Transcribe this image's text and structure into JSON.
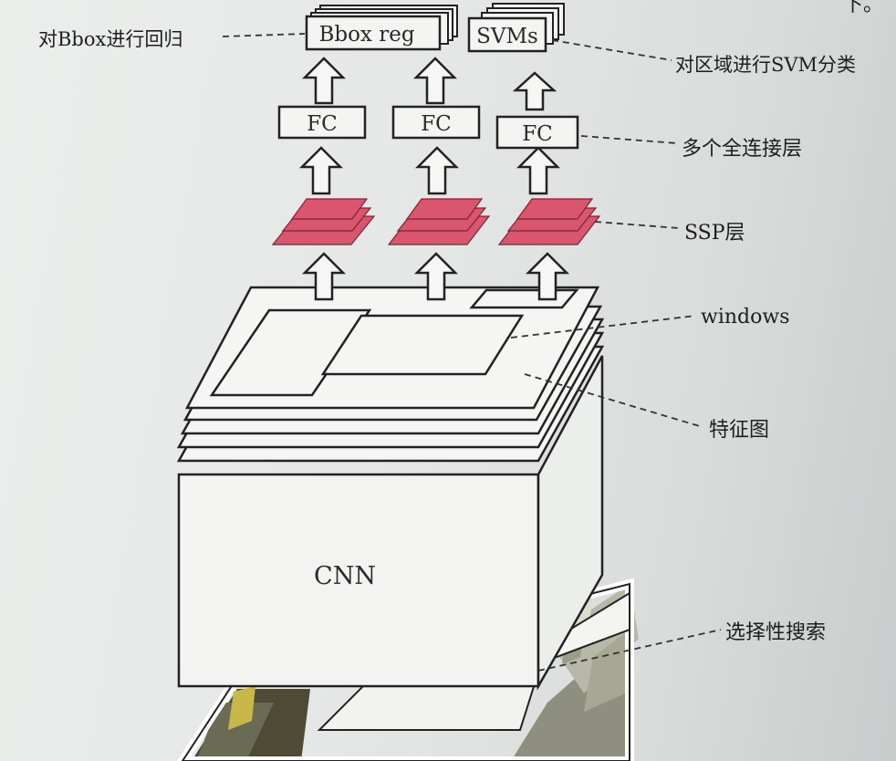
{
  "labels": {
    "bbox_regression": "对Bbox进行回归",
    "svm_classify": "对区域进行SVM分类",
    "fully_connected": "多个全连接层",
    "ssp_layer": "SSP层",
    "windows": "windows",
    "feature_map": "特征图",
    "selective_search": "选择性搜索",
    "corner_text": "下。"
  },
  "boxes": {
    "bbox_reg": "Bbox reg",
    "svms": "SVMs",
    "fc": [
      "FC",
      "FC",
      "FC"
    ],
    "cnn": "CNN"
  },
  "colors": {
    "ssp_fill": "#d9566e",
    "line": "#222222",
    "photo_dark": "#4e4a36",
    "photo_light": "#b7b8a8"
  }
}
